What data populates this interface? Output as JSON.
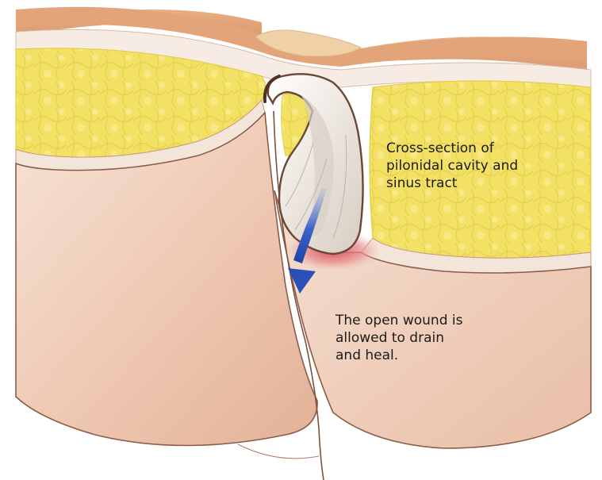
{
  "labels": {
    "cavity": {
      "lines": [
        "Cross-section of",
        "pilonidal cavity and",
        "sinus tract"
      ]
    },
    "wound": {
      "lines": [
        "The open wound is",
        "allowed to drain",
        "and heal."
      ]
    }
  },
  "colors": {
    "skin_surface": "#e8ab7f",
    "skin_cross_section": "#f3e6dc",
    "fat_tissue": "#f4e56a",
    "fat_outline": "#e2cf47",
    "buttock_left": "#edc8b3",
    "buttock_right": "#f0d2c1",
    "cavity_wall": "#f1eeea",
    "cavity_rim": "#6b4635",
    "wound_red": "#d2545f",
    "arrow_blue": "#2a4fb7",
    "sacral_pad": "#efd1a5"
  }
}
